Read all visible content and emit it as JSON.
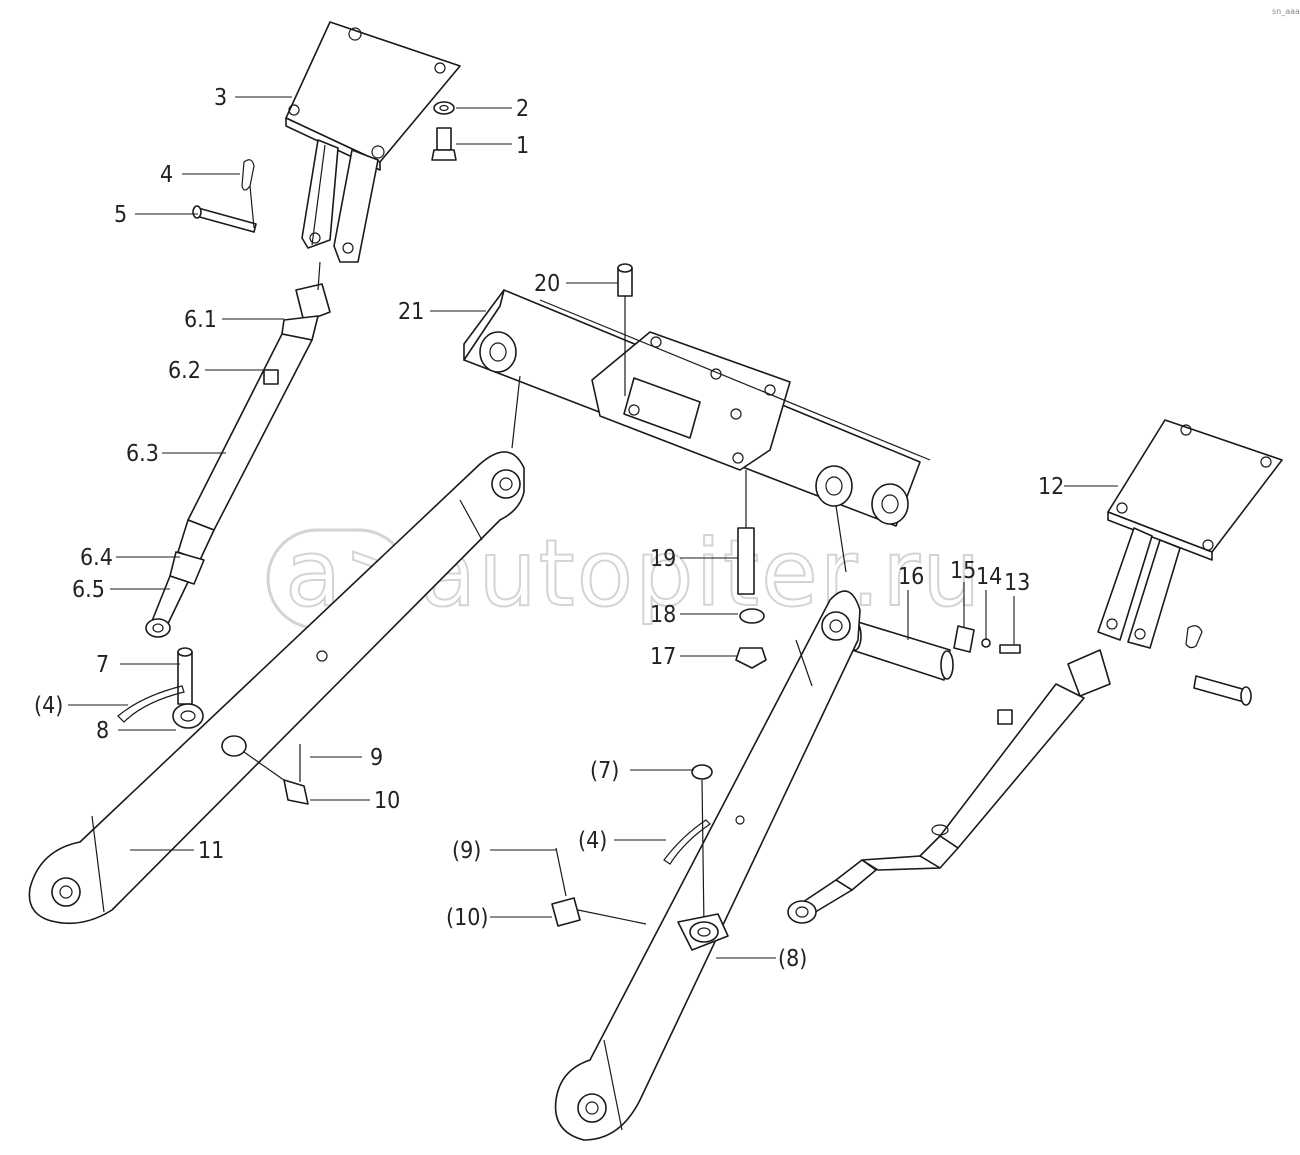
{
  "watermark": {
    "text": "autopiter.ru",
    "logo_glyph": "a>"
  },
  "corner_mark": "sn_aaa",
  "callouts": {
    "c1": "1",
    "c2": "2",
    "c3": "3",
    "c4": "4",
    "c5": "5",
    "c6_1": "6.1",
    "c6_2": "6.2",
    "c6_3": "6.3",
    "c6_4": "6.4",
    "c6_5": "6.5",
    "c7": "7",
    "c4b": "(4)",
    "c8": "8",
    "c9": "9",
    "c10": "10",
    "c11": "11",
    "c12": "12",
    "c13": "13",
    "c14": "14",
    "c15": "15",
    "c16": "16",
    "c17": "17",
    "c18": "18",
    "c19": "19",
    "c20": "20",
    "c21": "21",
    "c7b": "(7)",
    "c4c": "(4)",
    "c9b": "(9)",
    "c10b": "(10)",
    "c8b": "(8)"
  },
  "colors": {
    "line": "#1a1a1a",
    "watermark": "#d4d4d4",
    "background": "#ffffff"
  }
}
